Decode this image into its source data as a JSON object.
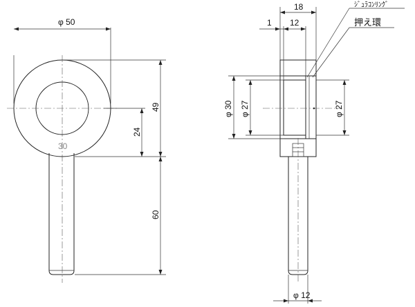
{
  "dimensions": {
    "left_diameter": "φ 50",
    "left_height_49": "49",
    "left_height_24": "24",
    "left_length_60": "60",
    "left_inner_label": "30",
    "right_width_18": "18",
    "right_width_1": "1",
    "right_width_12": "12",
    "right_dia_30": "φ 30",
    "right_dia_27_left": "φ 27",
    "right_dia_27_right": "φ 27",
    "right_shaft_dia": "φ 12"
  },
  "labels": {
    "duracon_ring": "ｼﾞｭﾗｺﾝﾘﾝｸﾞ",
    "retaining_ring": "押え環"
  }
}
